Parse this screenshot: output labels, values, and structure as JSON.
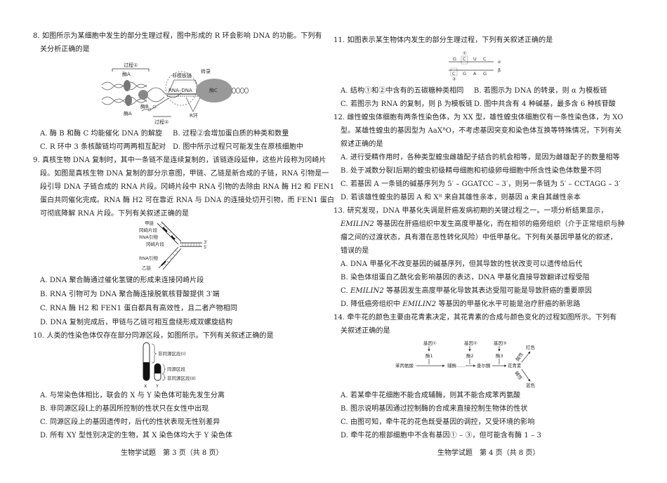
{
  "left_page": {
    "q8": {
      "stem_line1": "8. 如图所示为某细胞中发生的部分生理过程，图中形成的 R 环会影响 DNA 的功能。下列有",
      "stem_line2": "关分析正确的是",
      "figure": {
        "process1": "过程①",
        "enzymeA_top": "酶A",
        "enzymeA_bottom": "酶A",
        "enzymeB": "酶B",
        "enzymeC": "酶C",
        "nontemplate": "非模板链",
        "transcription": "转录",
        "hybrid": "RNA–DNA",
        "rloop": "R环",
        "process2": "过程②"
      },
      "options": {
        "A": "A. 酶 B 和酶 C 均能催化 DNA 的解旋",
        "B": "B. 过程②会增加蛋白质的种类和数量",
        "C": "C. R 环中 3 条核酸链均可两两相互配对",
        "D": "D. 图中所示过程只可能发生在原核细胞中"
      }
    },
    "q9": {
      "stem_line1": "9. 真核生物 DNA 复制时，其中一条链不是连续复制的，该链逐段延伸，这些片段称为冈崎片",
      "stem_line2": "段。如图是真核生物 DNA 复制的部分示意图，甲链、乙链是新合成的子链，RNA 引物是一",
      "stem_line3": "段引导 DNA 子链合成的 RNA 片段。冈崎片段中 RNA 引物的去除由 RNA 酶 H2 和 FEN1",
      "stem_line4": "蛋白共同催化完成。RNA 酶 H2 可在靠近 RNA 与 DNA 的连接处切开引物，而 FEN1 蛋白",
      "stem_line5": "可彻底降解 RNA 片段。下列有关叙述正确的是",
      "figure": {
        "chain_jia": "甲链",
        "okazaki1": "冈崎片段",
        "rna_primer1": "RNA引物",
        "okazaki2": "冈崎片段",
        "rna_primer2": "RNA引物",
        "chain_yi": "乙链",
        "end3": "3′",
        "end5": "5′"
      },
      "options": {
        "A": "A. DNA 聚合酶通过催化氢键的形成来连接冈崎片段",
        "B": "B. RNA 引物可为 DNA 聚合酶连接脱氧核苷酸提供 3′端",
        "C": "C. RNA 酶 H2 和 FEN1 蛋白都具有高效性，且二者产物相同",
        "D": "D. DNA 复制完成后，甲链与乙链可相互盘绕形成双螺旋结构"
      }
    },
    "q10": {
      "stem_line1": "10. 人类的性染色体仅存在部分同源区段，如图所示。下列有关叙述正确的是",
      "figure": {
        "nonhomo1": "非同源区段(Ⅰ)",
        "homo": "同源区段",
        "nonhomo2": "非同源区段(Ⅱ)",
        "x": "X",
        "y": "Y"
      },
      "options": {
        "A": "A. 与常染色体相比，联会的 X 与 Y 染色体可能先发生分离",
        "B": "B. 非同源区段Ⅰ上的基因所控制的性状只在女性中出现",
        "C": "C. 同源区段上的基因遗传时，后代的性状表现无性别差异",
        "D": "D. 所有 XY 型性别决定的生物，其 X 染色体均大于 Y 染色体"
      }
    },
    "footer": "生物学试题　第 3 页（共 8 页）"
  },
  "right_page": {
    "q11": {
      "stem_line1": "11. 如图表示某生物体内发生的部分生理过程，下列有关叙述正确的是",
      "figure": {
        "alpha_bases": [
          "G",
          "C",
          "U",
          "C"
        ],
        "beta_bases": [
          "C",
          "G",
          "A",
          "G"
        ],
        "mark1": "①",
        "mark2": "②",
        "alpha": "α",
        "beta": "β"
      },
      "options": {
        "A": "A. 结构①和②中含有的五碳糖种类相同",
        "B": "B. 若图示为 DNA 的转录，则 α 为模板链",
        "C": "C. 若图示为 RNA 的复制，则 β 为模板链",
        "D": "D. 图中共含有 4 种碱基，最多含 6 种核苷酸"
      }
    },
    "q12": {
      "stem_line1": "12. 雌性蝗虫体细胞有两条性染色体，为 XX 型，雄性蝗虫体细胞仅有一条性染色体，为 XO",
      "stem_line2": "型。某雄性蝗虫的基因型为 AaXᴮO，不考虑基因突变和染色体互换等特殊情况，下列有关",
      "stem_line3": "叙述正确的是",
      "options": {
        "A": "A. 进行受精作用时，各种类型蝗虫雌雄配子结合的机会相等，是因为雌雄配子的数量相等",
        "B": "B. 处于减数分裂Ⅰ后期的蝗虫初级精母细胞和初级卵母细胞中所含性染色体数量不同",
        "C": "C. 若基因 A 一条链的碱基序列为 5′ – GGATCC – 3′，则另一条链为 5′ – CCTAGG – 3′",
        "D": "D. 若该雄性蝗虫的基因 A 和 Xᴮ 来自其雄性亲本，则基因 a 来自其雌性亲本"
      }
    },
    "q13": {
      "stem_line1": "13. 研究发现，DNA 甲基化失调是肝癌发病初期的关键过程之一。一项分析结果显示，",
      "stem_line2_gene": "EMILIN2",
      "stem_line2": " 等基因在肝癌组织中发生高度甲基化，而在相邻的癌旁组织（介于正常组织与肿",
      "stem_line3": "瘤之间的过渡状态，具有潜在恶性转化风险）中低甲基化。下列有关基因甲基化的叙述，",
      "stem_line4": "错误的是",
      "options": {
        "A": "A. DNA 甲基化不改变基因的碱基序列，但其导致的性状改变可以遗传给后代",
        "B": "B. 染色体组蛋白乙酰化会影响基因的表达，DNA 甲基化直接导致翻译过程受阻",
        "C_pre": "C. ",
        "C_gene": "EMILIN2",
        "C_post": " 等基因发生高度甲基化导致其表达受阻可能是导致肝癌的重要原因",
        "D_pre": "D. 降低癌旁组织中 ",
        "D_gene": "EMILIN2",
        "D_post": " 等基因的甲基化水平可能是治疗肝癌的新思路"
      }
    },
    "q14": {
      "stem_line1": "14. 牵牛花的颜色主要由花青素决定，其花青素的合成与颜色变化的过程如图所示。下列有",
      "stem_line2": "关叙述正确的是",
      "figure": {
        "gene1": "基因①",
        "gene2": "基因②",
        "gene3": "基因③",
        "enzyme1": "酶1",
        "enzyme2": "酶2",
        "enzyme3": "酶3",
        "phe": "苯丙氨酸",
        "coa": "辅酶……",
        "chalcone": "查尔酮",
        "anthocyanin": "花青素",
        "acidic": "酸性",
        "alkaline": "碱性",
        "red": "红色",
        "blue": "蓝色"
      },
      "options": {
        "A": "A. 若某牵牛花细胞不能合成辅酶，则其不能合成苯丙氨酸",
        "B": "B. 图示说明基因通过控制酶的合成来直接控制生物体的性状",
        "C": "C. 由图可知，牵牛花的花色既受基因的调控，又受环境的影响",
        "D": "D. 牵牛花的根部细胞中不含有基因① – ③，但可能含有酶 1 – 3"
      }
    },
    "footer": "生物学试题　第 4 页（共 8 页）"
  }
}
